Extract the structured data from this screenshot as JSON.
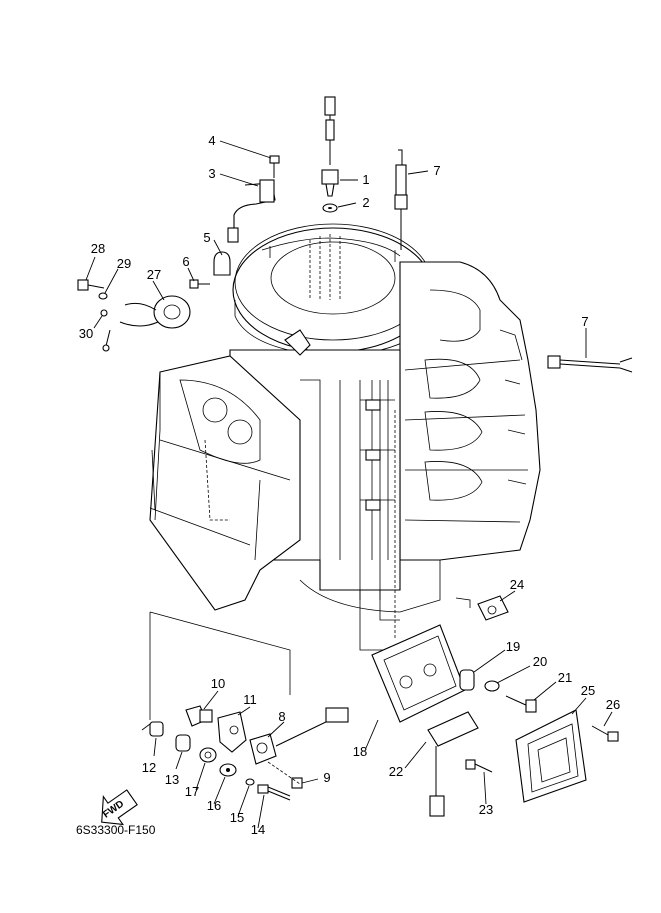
{
  "diagram": {
    "code": "6S33300-F150",
    "fwd_marker": "FWD"
  },
  "parts": [
    {
      "no": "1",
      "label": "1"
    },
    {
      "no": "2",
      "label": "2"
    },
    {
      "no": "3",
      "label": "3"
    },
    {
      "no": "4",
      "label": "4"
    },
    {
      "no": "5",
      "label": "5"
    },
    {
      "no": "6",
      "label": "6"
    },
    {
      "no": "7",
      "label": "7"
    },
    {
      "no": "7b",
      "label": "7"
    },
    {
      "no": "8",
      "label": "8"
    },
    {
      "no": "9",
      "label": "9"
    },
    {
      "no": "10",
      "label": "10"
    },
    {
      "no": "11",
      "label": "11"
    },
    {
      "no": "12",
      "label": "12"
    },
    {
      "no": "13",
      "label": "13"
    },
    {
      "no": "14",
      "label": "14"
    },
    {
      "no": "15",
      "label": "15"
    },
    {
      "no": "16",
      "label": "16"
    },
    {
      "no": "17",
      "label": "17"
    },
    {
      "no": "18",
      "label": "18"
    },
    {
      "no": "19",
      "label": "19"
    },
    {
      "no": "20",
      "label": "20"
    },
    {
      "no": "21",
      "label": "21"
    },
    {
      "no": "22",
      "label": "22"
    },
    {
      "no": "23",
      "label": "23"
    },
    {
      "no": "24",
      "label": "24"
    },
    {
      "no": "25",
      "label": "25"
    },
    {
      "no": "26",
      "label": "26"
    },
    {
      "no": "27",
      "label": "27"
    },
    {
      "no": "28",
      "label": "28"
    },
    {
      "no": "29",
      "label": "29"
    },
    {
      "no": "30",
      "label": "30"
    }
  ]
}
